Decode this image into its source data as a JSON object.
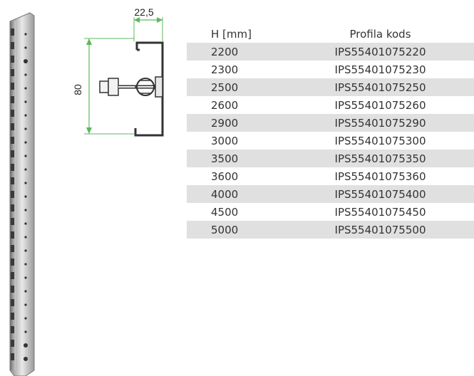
{
  "drawing": {
    "dim_width": "22,5",
    "dim_height": "80"
  },
  "table": {
    "headers": [
      "H [mm]",
      "Profila kods"
    ],
    "rows": [
      [
        "2200",
        "IPS55401075220"
      ],
      [
        "2300",
        "IPS55401075230"
      ],
      [
        "2500",
        "IPS55401075250"
      ],
      [
        "2600",
        "IPS55401075260"
      ],
      [
        "2900",
        "IPS55401075290"
      ],
      [
        "3000",
        "IPS55401075300"
      ],
      [
        "3500",
        "IPS55401075350"
      ],
      [
        "3600",
        "IPS55401075360"
      ],
      [
        "4000",
        "IPS55401075400"
      ],
      [
        "4500",
        "IPS55401075450"
      ],
      [
        "5000",
        "IPS55401075500"
      ]
    ]
  },
  "colors": {
    "dimension_line": "#5cb85c",
    "row_shade": "#e0e0e0",
    "text": "#333333"
  }
}
